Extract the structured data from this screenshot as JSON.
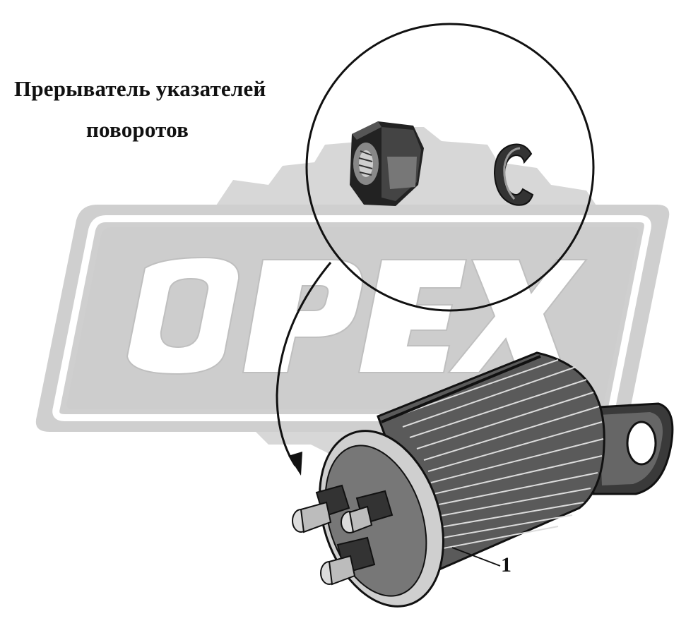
{
  "title": {
    "line1": "Прерыватель указателей",
    "line2": "поворотов"
  },
  "watermark": {
    "text": "OPEX",
    "color": "#d4d4d4"
  },
  "callout": {
    "number": "1"
  },
  "colors": {
    "ink": "#111111",
    "background": "#ffffff",
    "watermark_gray": "#d4d4d4"
  }
}
